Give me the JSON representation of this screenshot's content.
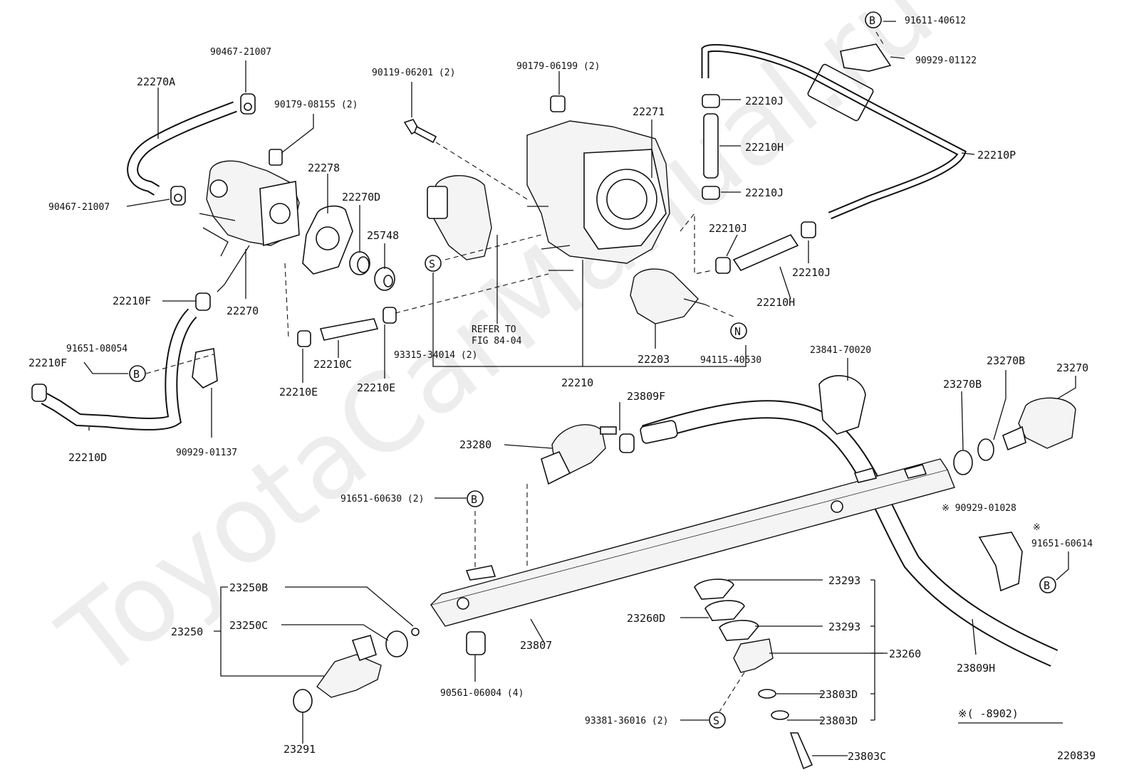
{
  "watermark": "ToyotaCarManual.ru",
  "diagram_id": "220839",
  "legend_note": "※(     -8902)",
  "refer_note": [
    "REFER TO",
    "FIG 84-04"
  ],
  "symbols": {
    "B": "B",
    "S": "S",
    "N": "N"
  },
  "labels": {
    "p90467_21007_top": "90467-21007",
    "p22270A": "22270A",
    "p90179_08155": "90179-08155 (2)",
    "p90467_21007_left": "90467-21007",
    "p22278": "22278",
    "p22270D": "22270D",
    "p25748": "25748",
    "p22270": "22270",
    "p22210F_a": "22210F",
    "p22210F_b": "22210F",
    "p91651_08054": "91651-08054",
    "p22210D": "22210D",
    "p90929_01137": "90929-01137",
    "p22210C": "22210C",
    "p22210E_a": "22210E",
    "p22210E_b": "22210E",
    "p90119_06201": "90119-06201 (2)",
    "p90179_06199": "90179-06199 (2)",
    "p22271": "22271",
    "p93315_34014": "93315-34014 (2)",
    "p22210": "22210",
    "p22203": "22203",
    "p94115_40530": "94115-40530",
    "p91611_40612": "91611-40612",
    "p90929_01122": "90929-01122",
    "p22210J_a": "22210J",
    "p22210H_a": "22210H",
    "p22210J_b": "22210J",
    "p22210P": "22210P",
    "p22210J_c": "22210J",
    "p22210J_d": "22210J",
    "p22210H_b": "22210H",
    "p23841_70020": "23841-70020",
    "p23270B_a": "23270B",
    "p23270B_b": "23270B",
    "p23270": "23270",
    "p23809F": "23809F",
    "p23280": "23280",
    "p91651_60630": "91651-60630 (2)",
    "p90929_01028": "※ 90929-01028",
    "p91651_60614_mark": "※",
    "p91651_60614": "91651-60614",
    "p23250B": "23250B",
    "p23250": "23250",
    "p23250C": "23250C",
    "p23807": "23807",
    "p23293_a": "23293",
    "p23260D": "23260D",
    "p23293_b": "23293",
    "p23260": "23260",
    "p23803D_a": "23803D",
    "p23803D_b": "23803D",
    "p93381_36016": "93381-36016 (2)",
    "p23803C": "23803C",
    "p23809H": "23809H",
    "p90561_06004": "90561-06004 (4)",
    "p23291": "23291"
  }
}
